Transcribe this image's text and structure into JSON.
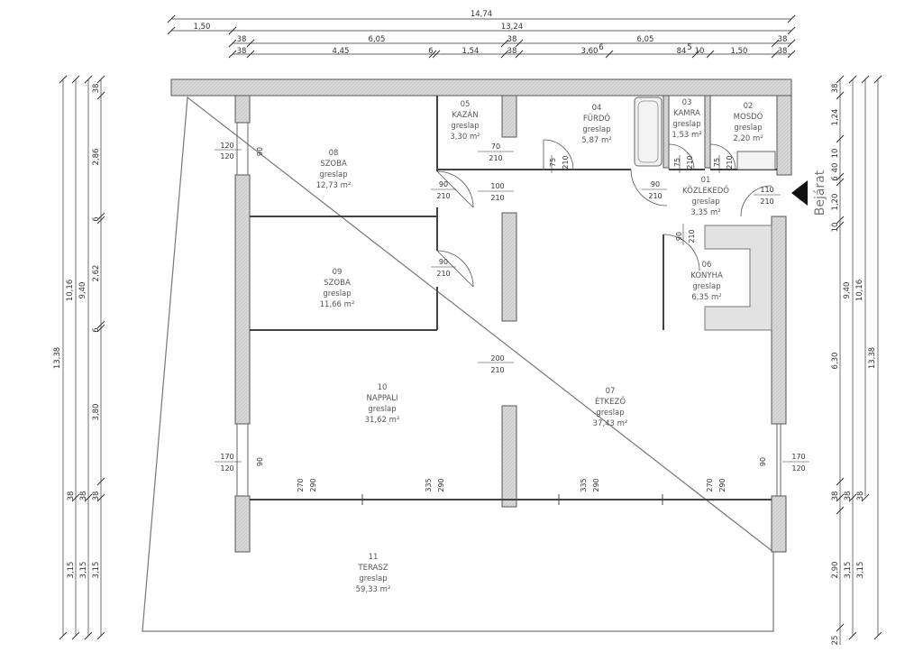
{
  "rooms": [
    {
      "id": "room-08-szoba",
      "number": "08",
      "name": "SZOBA",
      "floor": "greslap",
      "area": "12,73 m²"
    },
    {
      "id": "room-09-szoba",
      "number": "09",
      "name": "SZOBA",
      "floor": "greslap",
      "area": "11,66 m²"
    },
    {
      "id": "room-10-nappali",
      "number": "10",
      "name": "NAPPALI",
      "floor": "greslap",
      "area": "31,62 m²"
    },
    {
      "id": "room-05-kazan",
      "number": "05",
      "name": "KAZÁN",
      "floor": "greslap",
      "area": "3,30 m²"
    },
    {
      "id": "room-04-furdo",
      "number": "04",
      "name": "FÜRDŐ",
      "floor": "greslap",
      "area": "5,87 m²"
    },
    {
      "id": "room-03-kamra",
      "number": "03",
      "name": "KAMRA",
      "floor": "greslap",
      "area": "1,53 m²"
    },
    {
      "id": "room-02-mosdo",
      "number": "02",
      "name": "MOSDÓ",
      "floor": "greslap",
      "area": "2,20 m²"
    },
    {
      "id": "room-01-kozlekedo",
      "number": "01",
      "name": "KÖZLEKEDŐ",
      "floor": "greslap",
      "area": "3,35 m²"
    },
    {
      "id": "room-06-konyha",
      "number": "06",
      "name": "KONYHA",
      "floor": "greslap",
      "area": "6,35 m²"
    },
    {
      "id": "room-07-etkezo",
      "number": "07",
      "name": "ÉTKEZŐ",
      "floor": "greslap",
      "area": "37,43 m²"
    },
    {
      "id": "room-11-terasz",
      "number": "11",
      "name": "TERASZ",
      "floor": "greslap",
      "area": "59,33 m²"
    }
  ],
  "openings": [
    {
      "id": "opening-08-window",
      "w": "120",
      "h": "120",
      "sill": "90"
    },
    {
      "id": "opening-05-door",
      "w": "70",
      "h": "210"
    },
    {
      "id": "opening-04-door",
      "w": "75",
      "h": "210"
    },
    {
      "id": "opening-08-door",
      "w": "90",
      "h": "210"
    },
    {
      "id": "opening-hall-passage",
      "w": "100",
      "h": "210"
    },
    {
      "id": "opening-01-door-left",
      "w": "90",
      "h": "210"
    },
    {
      "id": "opening-03-door",
      "w": "75",
      "h": "210"
    },
    {
      "id": "opening-02-door",
      "w": "75",
      "h": "210"
    },
    {
      "id": "opening-entrance-door",
      "w": "110",
      "h": "210"
    },
    {
      "id": "opening-09-door",
      "w": "90",
      "h": "210"
    },
    {
      "id": "opening-06-door",
      "w": "90",
      "h": "210"
    },
    {
      "id": "opening-living-passage",
      "w": "200",
      "h": "210"
    },
    {
      "id": "opening-10-window",
      "w": "170",
      "h": "120",
      "sill": "90"
    },
    {
      "id": "opening-07-window",
      "w": "170",
      "h": "120",
      "sill": "90"
    },
    {
      "id": "opening-terrace-door-1",
      "w": "270",
      "h": "290"
    },
    {
      "id": "opening-terrace-door-2",
      "w": "335",
      "h": "290"
    },
    {
      "id": "opening-terrace-door-3",
      "w": "335",
      "h": "290"
    },
    {
      "id": "opening-terrace-door-4",
      "w": "270",
      "h": "290"
    }
  ],
  "dimensions": {
    "top_overall": "14,74",
    "top_second": [
      "1,50",
      "13,24"
    ],
    "top_third": [
      "38",
      "6,05",
      "38",
      "6,05",
      "38"
    ],
    "top_fourth": [
      "38",
      "4,45",
      "6",
      "1,54",
      "38",
      "3,60",
      "6",
      "84",
      "5",
      "10",
      "1,50",
      "38"
    ],
    "left_outer": "13,38",
    "left_middle": "10,16",
    "left_inner": "9,40",
    "left_detail": [
      "38",
      "2,86",
      "6",
      "2,62",
      "6",
      "3,80",
      "38",
      "38",
      "38"
    ],
    "left_bottom": [
      "3,15",
      "3,15",
      "3,15"
    ],
    "right_outer": "13,38",
    "right_middle": "10,16",
    "right_inner": "9,40",
    "right_detail": [
      "38",
      "1,24",
      "10",
      "40",
      "6",
      "1,20",
      "10",
      "6,30",
      "38",
      "38",
      "38",
      "2,90",
      "25"
    ],
    "right_bottom": [
      "3,15",
      "3,15"
    ]
  },
  "entrance_label": "Bejárat"
}
